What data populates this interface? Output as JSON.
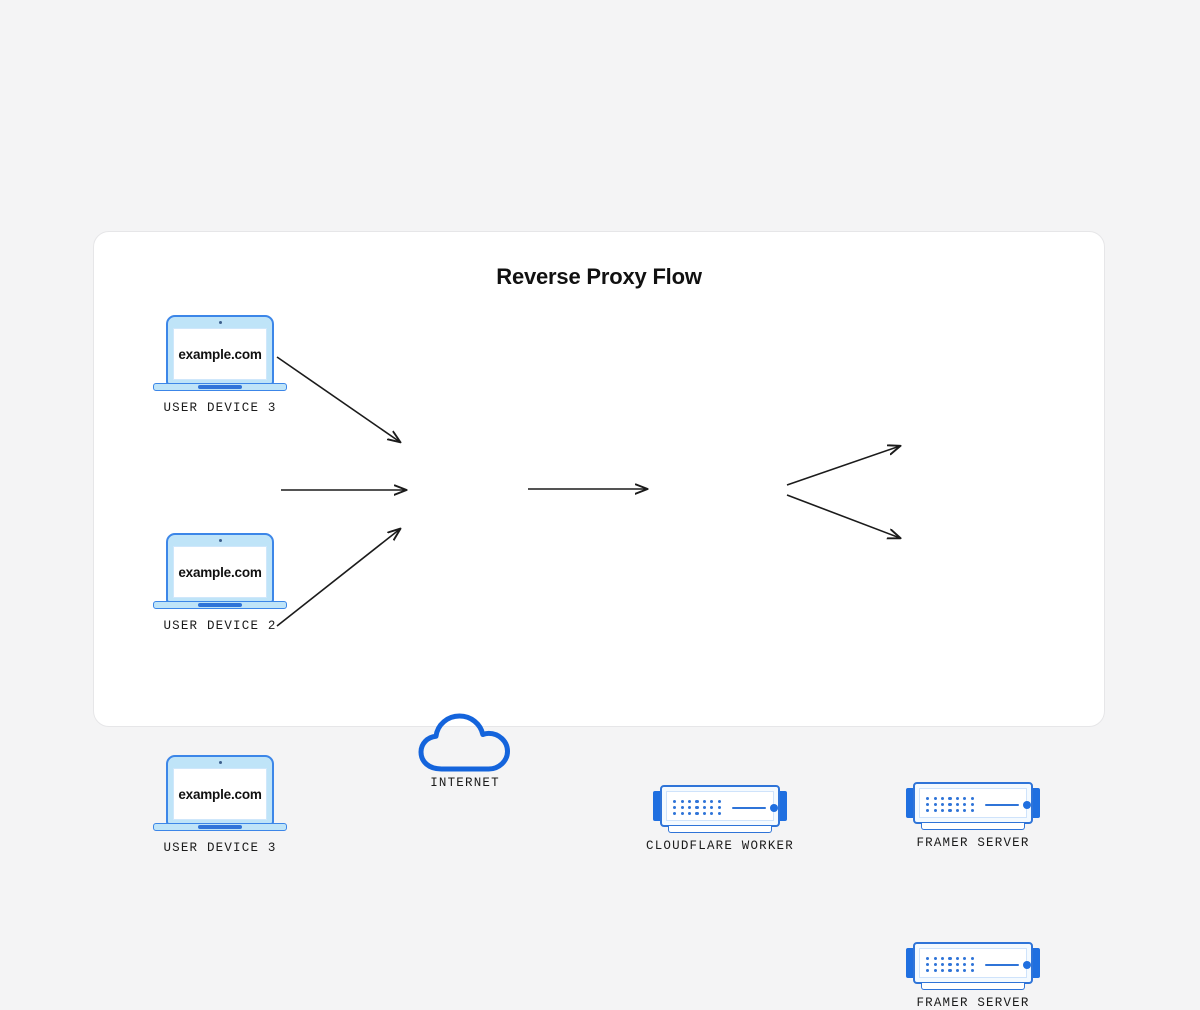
{
  "page": {
    "background_color": "#f4f4f5",
    "card_background": "#ffffff",
    "card_border_color": "#e6e6e8",
    "accent_blue": "#2f74d8",
    "accent_blue_dark": "#1f6fe0",
    "device_fill": "#bfe4f8",
    "connector_color": "#1b1b1b"
  },
  "diagram": {
    "title": "Reverse Proxy Flow",
    "clients": [
      {
        "label": "USER DEVICE 3",
        "screen_text": "example.com",
        "icon": "laptop-icon"
      },
      {
        "label": "USER DEVICE 2",
        "screen_text": "example.com",
        "icon": "laptop-icon"
      },
      {
        "label": "USER DEVICE 3",
        "screen_text": "example.com",
        "icon": "laptop-icon"
      }
    ],
    "internet": {
      "label": "INTERNET",
      "icon": "cloud-icon"
    },
    "worker": {
      "label": "CLOUDFLARE WORKER",
      "icon": "server-icon"
    },
    "origins": [
      {
        "label": "FRAMER SERVER",
        "icon": "server-icon"
      },
      {
        "label": "FRAMER SERVER",
        "icon": "server-icon"
      }
    ]
  }
}
